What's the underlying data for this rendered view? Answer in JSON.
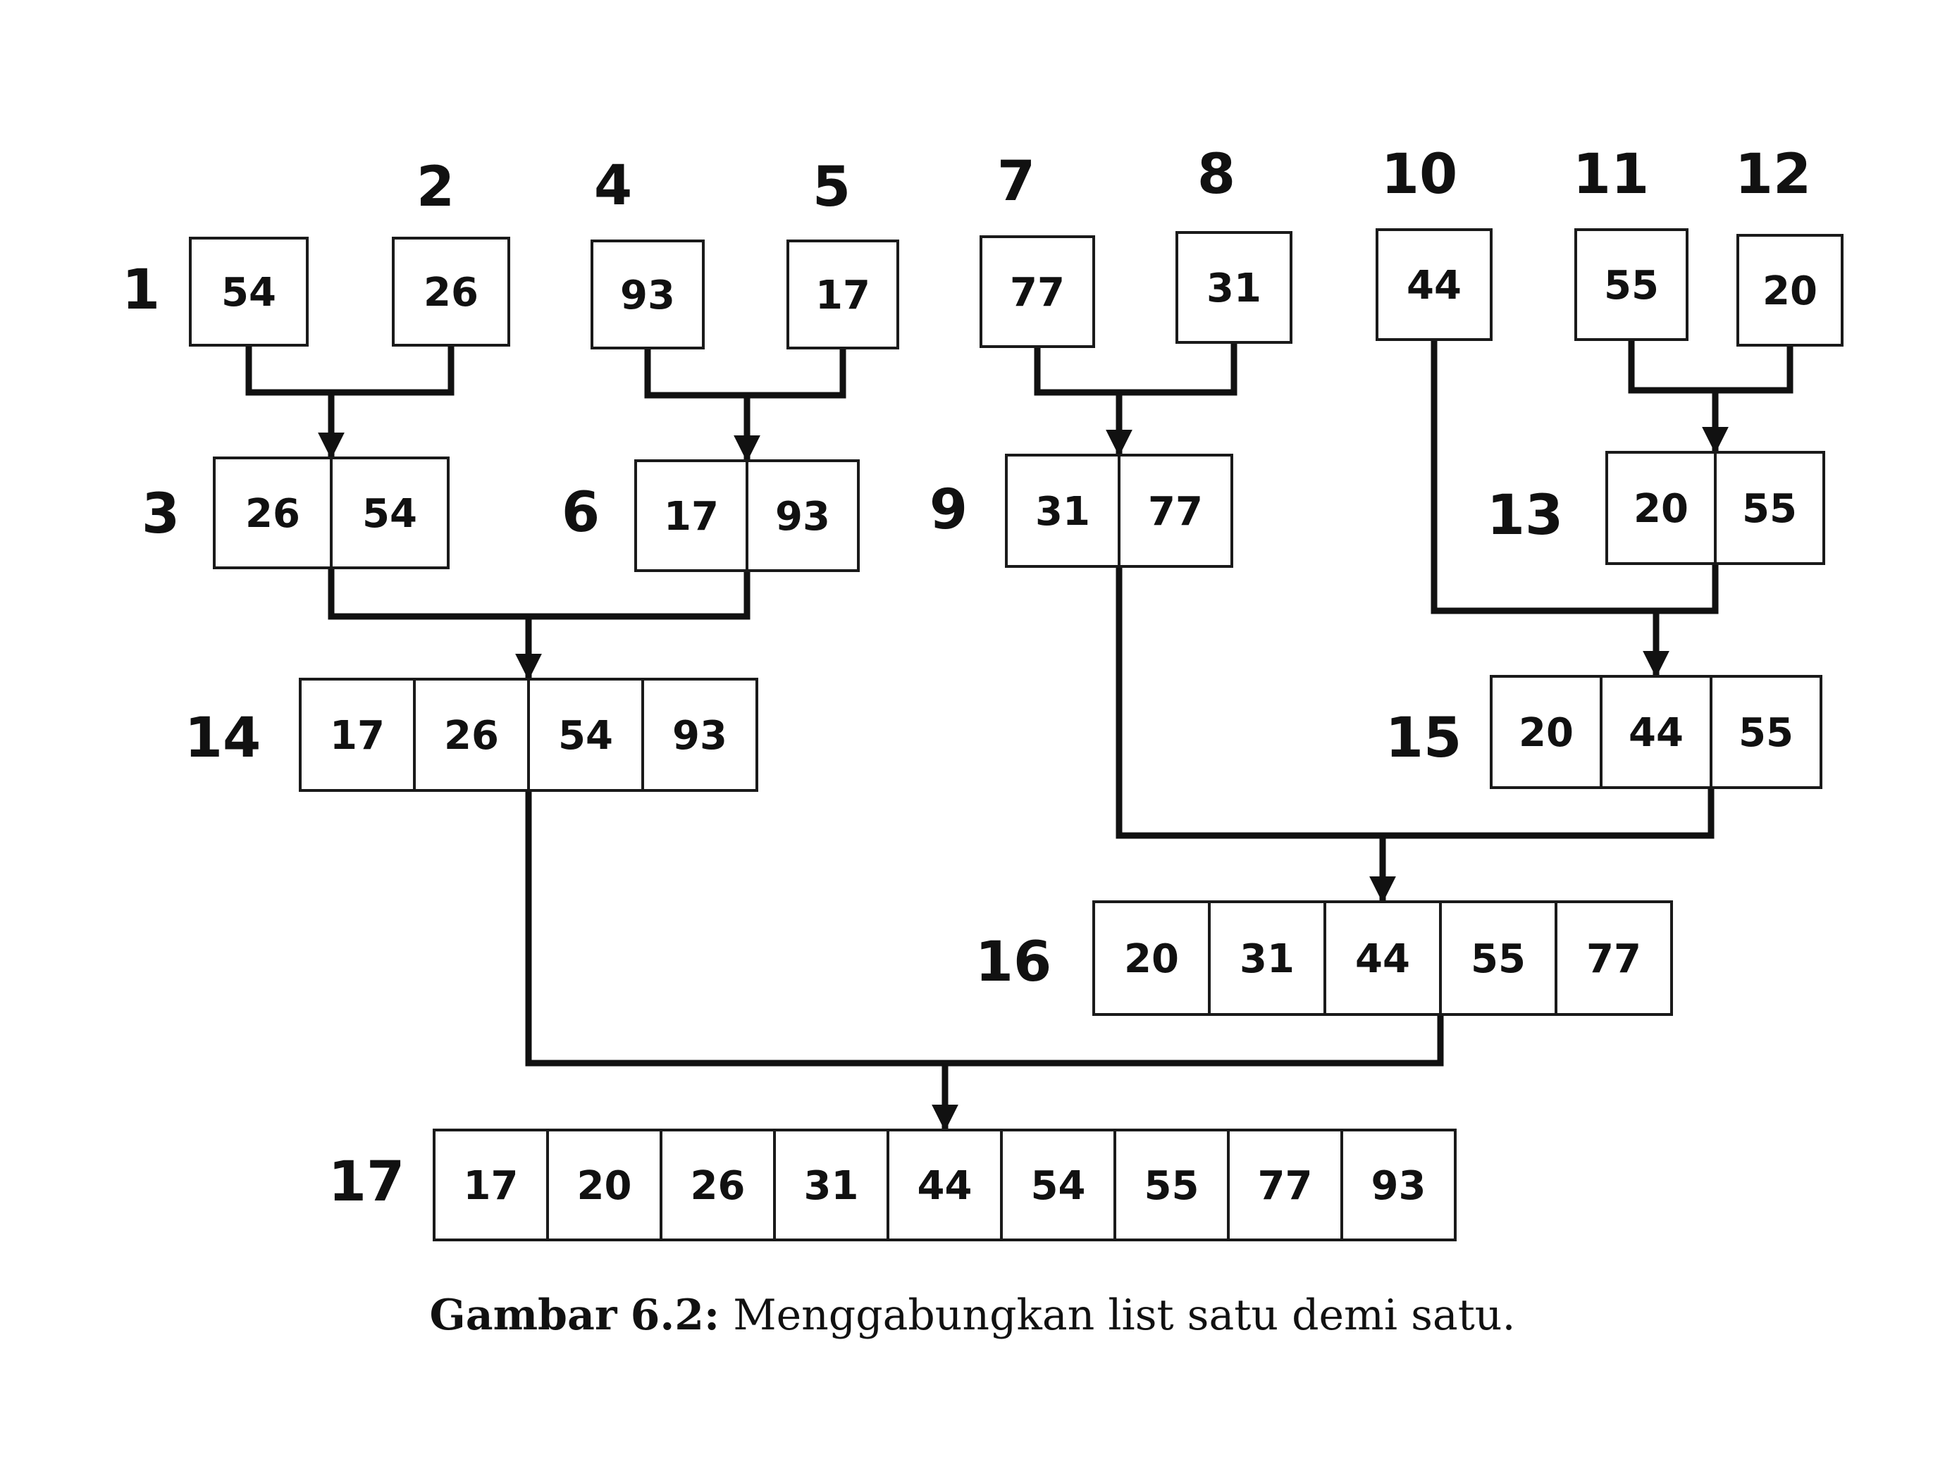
{
  "diagram": {
    "nodes": [
      {
        "id": "n1",
        "step": "1",
        "values": [
          "54"
        ]
      },
      {
        "id": "n2",
        "step": "2",
        "values": [
          "26"
        ]
      },
      {
        "id": "n4",
        "step": "4",
        "values": [
          "93"
        ]
      },
      {
        "id": "n5",
        "step": "5",
        "values": [
          "17"
        ]
      },
      {
        "id": "n7",
        "step": "7",
        "values": [
          "77"
        ]
      },
      {
        "id": "n8",
        "step": "8",
        "values": [
          "31"
        ]
      },
      {
        "id": "n10",
        "step": "10",
        "values": [
          "44"
        ]
      },
      {
        "id": "n11",
        "step": "11",
        "values": [
          "55"
        ]
      },
      {
        "id": "n12",
        "step": "12",
        "values": [
          "20"
        ]
      },
      {
        "id": "n3",
        "step": "3",
        "values": [
          "26",
          "54"
        ]
      },
      {
        "id": "n6",
        "step": "6",
        "values": [
          "17",
          "93"
        ]
      },
      {
        "id": "n9",
        "step": "9",
        "values": [
          "31",
          "77"
        ]
      },
      {
        "id": "n13",
        "step": "13",
        "values": [
          "20",
          "55"
        ]
      },
      {
        "id": "n14",
        "step": "14",
        "values": [
          "17",
          "26",
          "54",
          "93"
        ]
      },
      {
        "id": "n15",
        "step": "15",
        "values": [
          "20",
          "44",
          "55"
        ]
      },
      {
        "id": "n16",
        "step": "16",
        "values": [
          "20",
          "31",
          "44",
          "55",
          "77"
        ]
      },
      {
        "id": "n17",
        "step": "17",
        "values": [
          "17",
          "20",
          "26",
          "31",
          "44",
          "54",
          "55",
          "77",
          "93"
        ]
      }
    ],
    "merges": [
      {
        "from": [
          "n1",
          "n2"
        ],
        "to": "n3"
      },
      {
        "from": [
          "n4",
          "n5"
        ],
        "to": "n6"
      },
      {
        "from": [
          "n7",
          "n8"
        ],
        "to": "n9"
      },
      {
        "from": [
          "n11",
          "n12"
        ],
        "to": "n13"
      },
      {
        "from": [
          "n3",
          "n6"
        ],
        "to": "n14"
      },
      {
        "from": [
          "n10",
          "n13"
        ],
        "to": "n15"
      },
      {
        "from": [
          "n9",
          "n15"
        ],
        "to": "n16"
      },
      {
        "from": [
          "n14",
          "n16"
        ],
        "to": "n17"
      }
    ]
  },
  "caption": {
    "label": "Gambar",
    "number": "6.2:",
    "text": "Menggabungkan list satu demi satu."
  }
}
